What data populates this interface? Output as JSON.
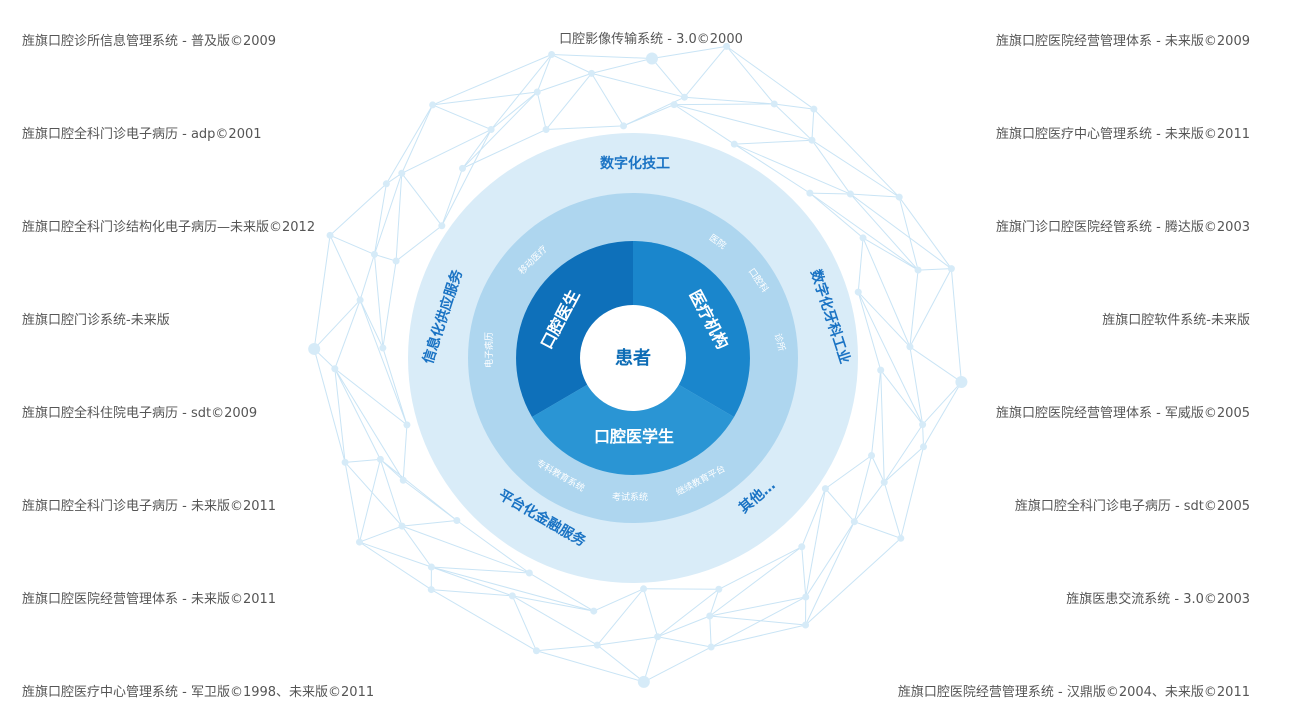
{
  "top_system": "口腔影像传输系统 - 3.0©2000",
  "left_systems": [
    "旌旗口腔诊所信息管理系统 - 普及版©2009",
    "旌旗口腔全科门诊电子病历 - adp©2001",
    "旌旗口腔全科门诊结构化电子病历—未来版©2012",
    "旌旗口腔门诊系统-未来版",
    "旌旗口腔全科住院电子病历 - sdt©2009",
    "旌旗口腔全科门诊电子病历 - 未来版©2011",
    "旌旗口腔医院经营管理体系 - 未来版©2011",
    "旌旗口腔医疗中心管理系统 - 军卫版©1998、未来版©2011"
  ],
  "right_systems": [
    "旌旗口腔医院经营管理体系 - 未来版©2009",
    "旌旗口腔医疗中心管理系统 - 未来版©2011",
    "旌旗门诊口腔医院经管系统 - 腾达版©2003",
    "旌旗口腔软件系统-未来版",
    "旌旗口腔医院经营管理体系 - 军威版©2005",
    "旌旗口腔全科门诊电子病历 - sdt©2005",
    "旌旗医患交流系统 - 3.0©2003",
    "旌旗口腔医院经营管理系统 - 汉鼎版©2004、未来版©2011"
  ],
  "diagram": {
    "center": "患者",
    "inner_segments": [
      "口腔医生",
      "医疗机构",
      "口腔医学生"
    ],
    "middle_labels": [
      "移动医疗",
      "医院",
      "口腔科",
      "诊所",
      "电子病历",
      "专科教育系统",
      "考试系统",
      "继续教育平台"
    ],
    "outer_labels": [
      "数字化技工",
      "数字化牙科工业",
      "其他…",
      "平台化金融服务",
      "信息化供应服务"
    ]
  },
  "colors": {
    "outer_ring": "#d9ecf8",
    "middle_ring": "#aed6ef",
    "segment_dark": "#0e70ba",
    "segment_mid": "#1a86cc",
    "segment_light": "#2a95d4",
    "network_line": "#c9e4f5",
    "network_node": "#d6ebf8",
    "text": "#555555",
    "accent_text": "#1a73c4"
  }
}
